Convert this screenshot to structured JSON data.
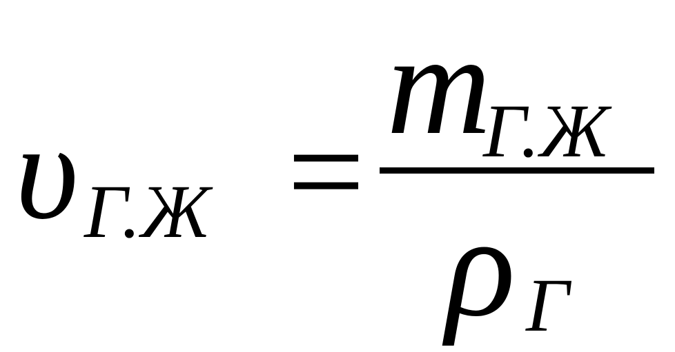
{
  "formula": {
    "lhs": {
      "symbol": "υ",
      "subscript": "Г.Ж"
    },
    "equals": "=",
    "numerator": {
      "symbol": "m",
      "subscript": "Г.Ж"
    },
    "denominator": {
      "symbol": "ρ",
      "subscript": "Г"
    },
    "color": "#000000"
  }
}
